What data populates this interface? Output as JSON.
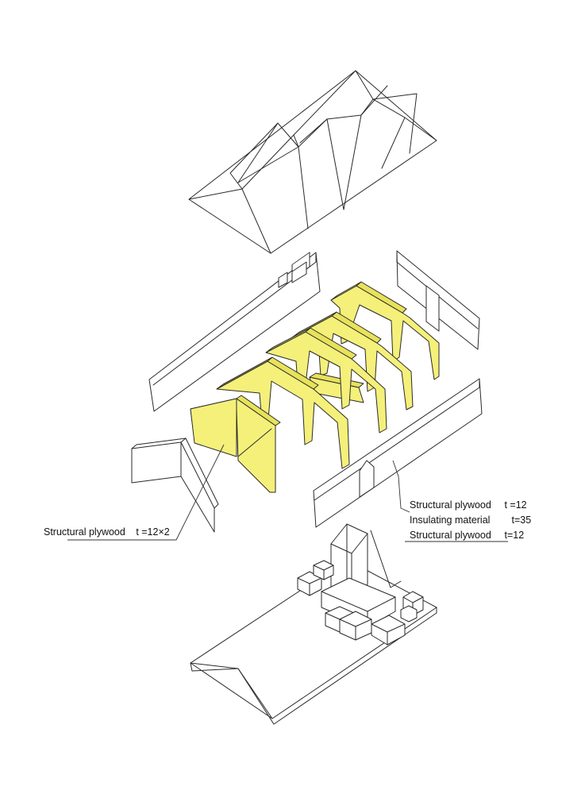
{
  "labels": {
    "left": {
      "material": "Structural plywood",
      "thickness": "t =12×2"
    },
    "right": [
      {
        "material": "Structural plywood",
        "thickness": "t =12"
      },
      {
        "material": "Insulating material",
        "thickness": "t=35"
      },
      {
        "material": "Structural plywood",
        "thickness": "t=12"
      }
    ]
  },
  "colors": {
    "frame_fill": "#f4f07a",
    "line": "#2a2a2a",
    "background": "#ffffff"
  }
}
